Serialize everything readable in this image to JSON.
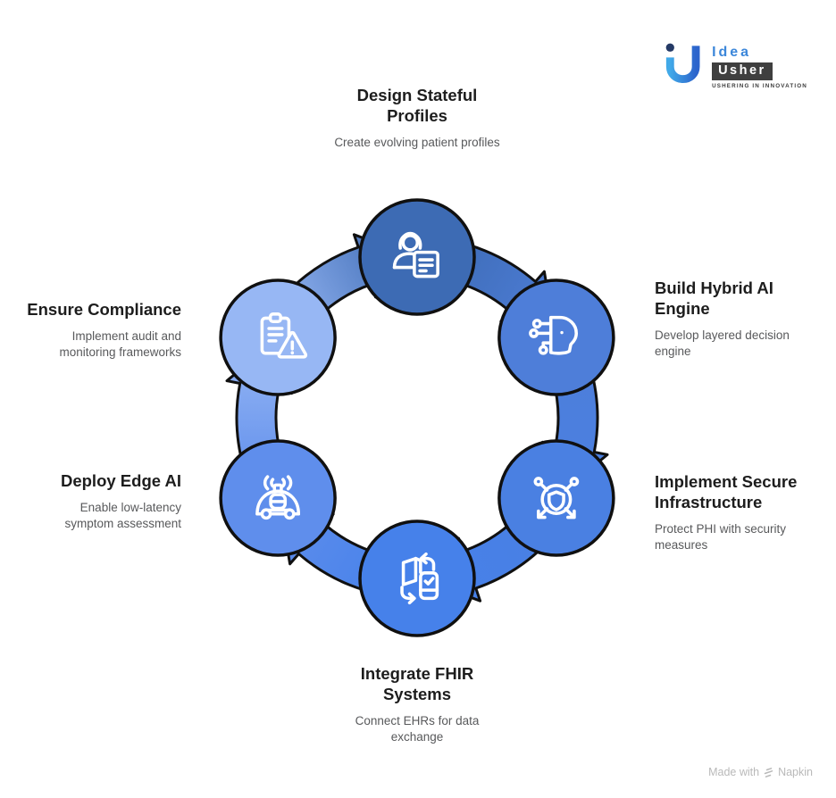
{
  "page": {
    "background": "#ffffff"
  },
  "logo": {
    "monogram": "iU",
    "line1": "Idea",
    "line2": "Usher",
    "tagline": "USHERING IN INNOVATION",
    "blue": "#3c87da",
    "dark_box": "#3f3f3f"
  },
  "credit": {
    "prefix": "Made with",
    "brand": "Napkin",
    "icon": "napkin-logo-icon",
    "color": "#b9b9b9"
  },
  "diagram": {
    "type": "cycle",
    "direction": "clockwise",
    "outline_color": "#101010",
    "icon_stroke": "#ffffff",
    "nodes": [
      {
        "title": "Design Stateful Profiles",
        "subtitle": "Create evolving patient profiles",
        "color": "#3D6BB4",
        "icon": "person-profile-icon"
      },
      {
        "title": "Build Hybrid AI Engine",
        "subtitle": "Develop layered decision engine",
        "color": "#4E7ED9",
        "icon": "ai-head-icon"
      },
      {
        "title": "Implement Secure Infrastructure",
        "subtitle": "Protect PHI with security measures",
        "color": "#4A80E2",
        "icon": "shield-network-icon"
      },
      {
        "title": "Integrate FHIR Systems",
        "subtitle": "Connect EHRs for data exchange",
        "color": "#4681EA",
        "icon": "device-sync-icon"
      },
      {
        "title": "Deploy Edge AI",
        "subtitle": "Enable low-latency symptom assessment",
        "color": "#5F8EEC",
        "icon": "smart-car-icon"
      },
      {
        "title": "Ensure Compliance",
        "subtitle": "Implement audit and monitoring frameworks",
        "color": "#97B7F4",
        "icon": "clipboard-warning-icon"
      }
    ]
  }
}
